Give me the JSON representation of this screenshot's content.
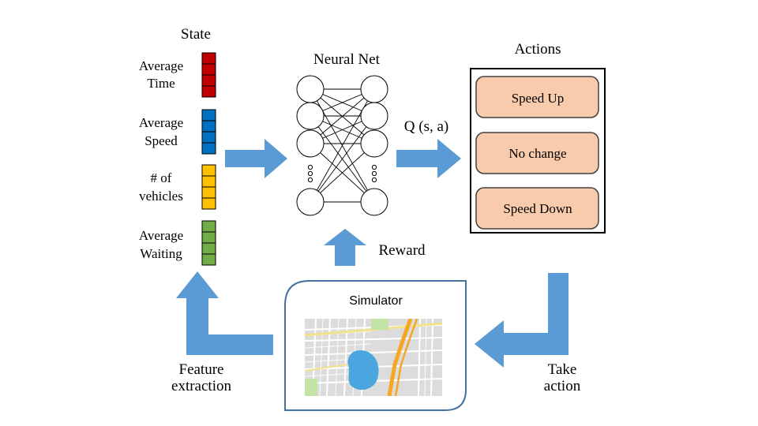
{
  "state": {
    "title": "State",
    "features": [
      {
        "line1": "Average",
        "line2": "Time",
        "color": "#c00000"
      },
      {
        "line1": "Average",
        "line2": "Speed",
        "color": "#0070c0"
      },
      {
        "line1": "# of",
        "line2": "vehicles",
        "color": "#ffc000"
      },
      {
        "line1": "Average",
        "line2": "Waiting",
        "color": "#70ad47"
      }
    ]
  },
  "network": {
    "title": "Neural Net",
    "output_label": "Q (s, a)"
  },
  "actions": {
    "title": "Actions",
    "items": [
      "Speed Up",
      "No change",
      "Speed Down"
    ],
    "fill": "#f8cbad"
  },
  "reward_label": "Reward",
  "simulator": {
    "title": "Simulator"
  },
  "take_action": {
    "line1": "Take",
    "line2": "action"
  },
  "feature_extraction": {
    "line1": "Feature",
    "line2": "extraction"
  },
  "colors": {
    "arrow": "#5b9bd5",
    "outline": "#000000",
    "simulator_border": "#41719c",
    "map_route": "#f5a623",
    "map_lake": "#4ba6e0"
  }
}
